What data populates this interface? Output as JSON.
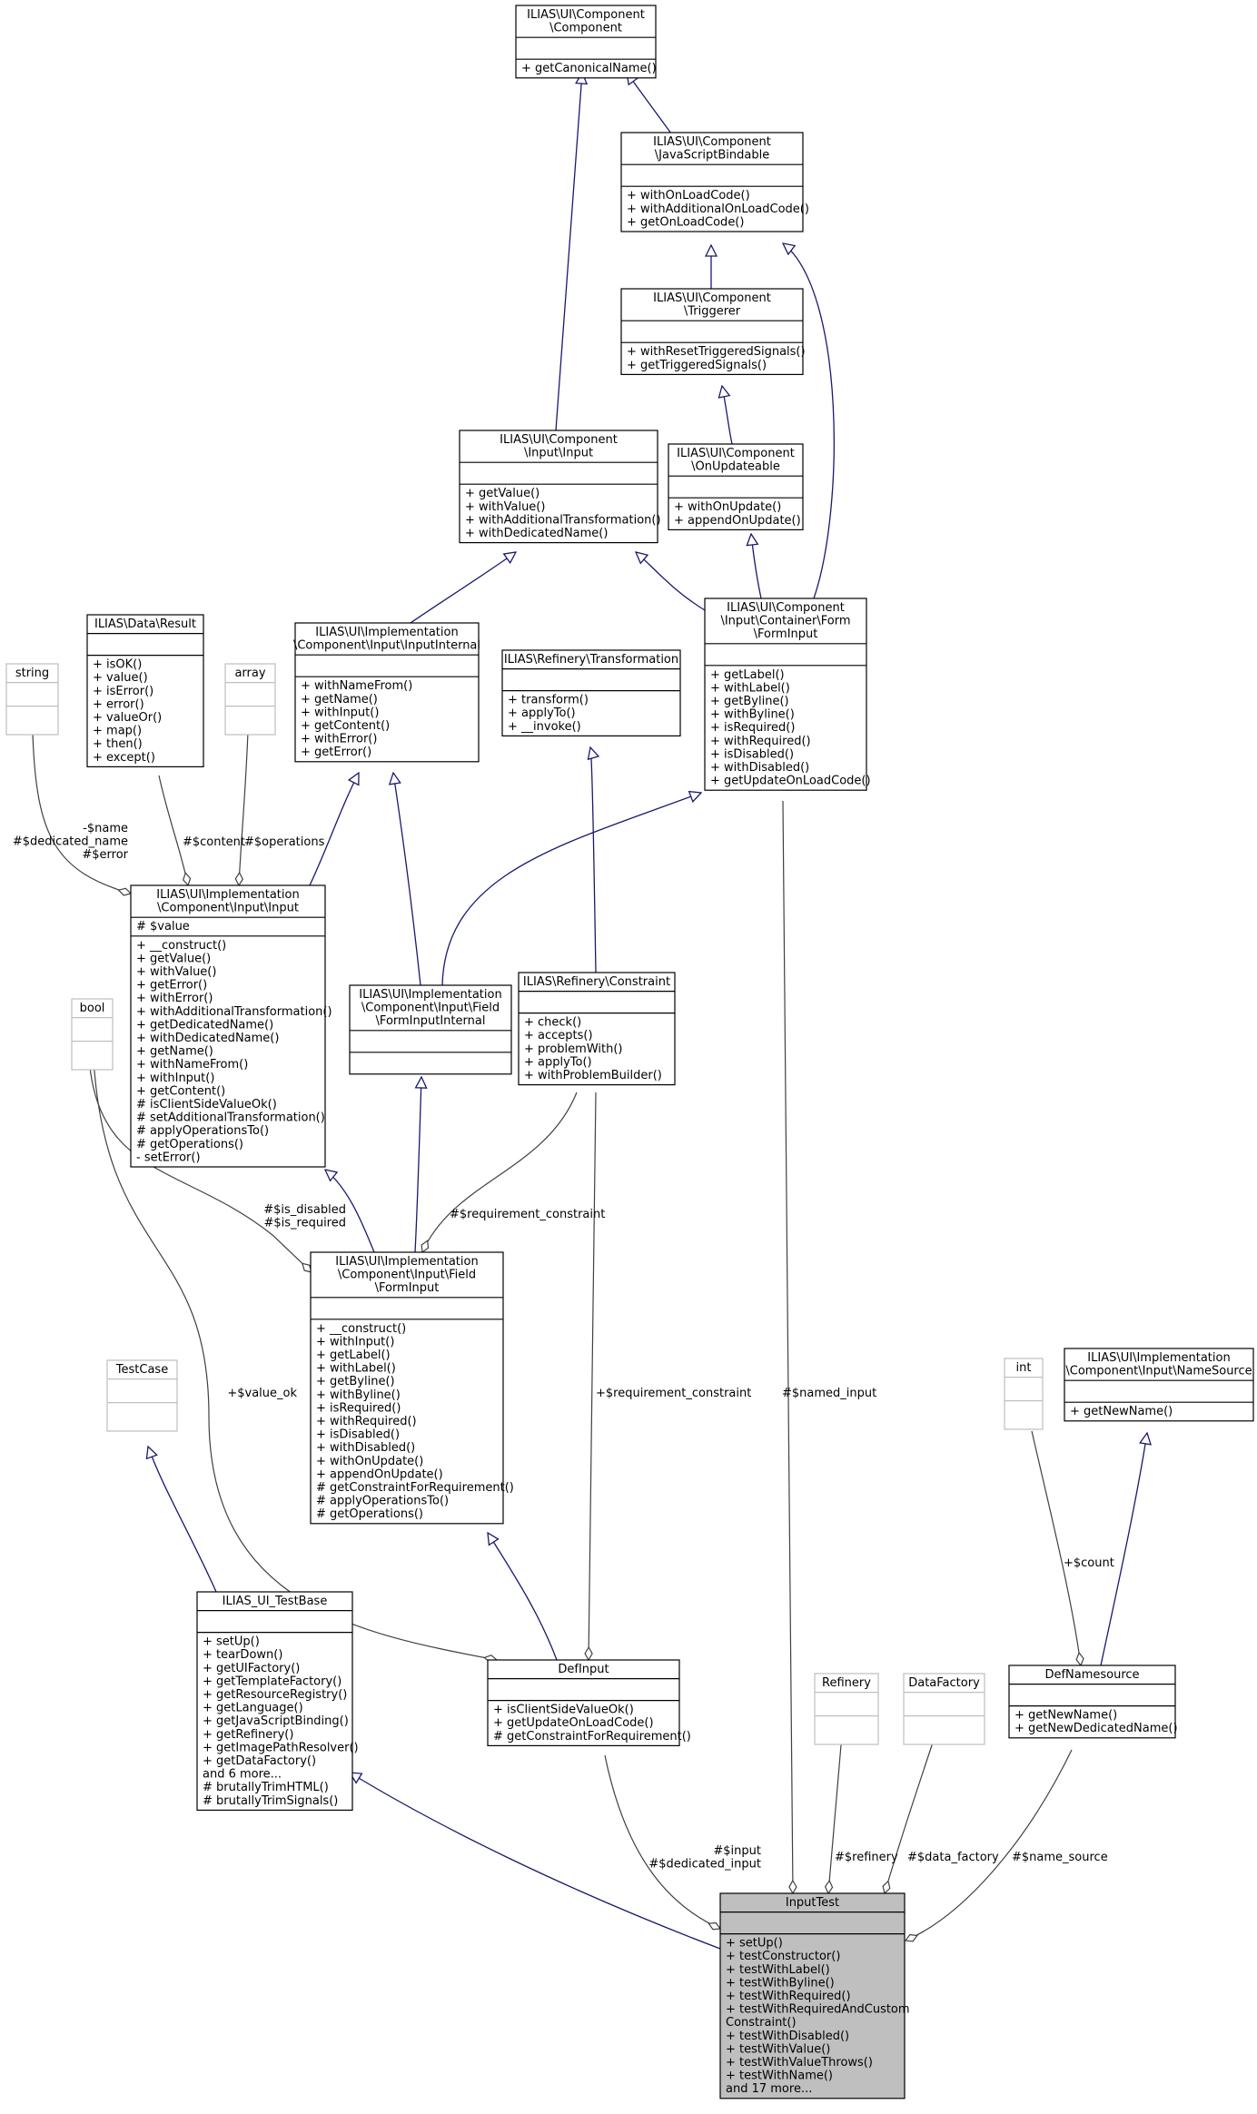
{
  "diagram": {
    "colors": {
      "inherit": "#191970",
      "usage": "#404040",
      "box": "#000000",
      "ghost": "#bfbfbf",
      "ghost_text": "#404040",
      "highlight": "#bfbfbf"
    },
    "classes": [
      {
        "id": "component",
        "title": [
          "ILIAS\\UI\\Component",
          "\\Component"
        ],
        "attrs": [],
        "methods": [
          "+ getCanonicalName()"
        ]
      },
      {
        "id": "jsbindable",
        "title": [
          "ILIAS\\UI\\Component",
          "\\JavaScriptBindable"
        ],
        "attrs": [],
        "methods": [
          "+ withOnLoadCode()",
          "+ withAdditionalOnLoadCode()",
          "+ getOnLoadCode()"
        ]
      },
      {
        "id": "triggerer",
        "title": [
          "ILIAS\\UI\\Component",
          "\\Triggerer"
        ],
        "attrs": [],
        "methods": [
          "+ withResetTriggeredSignals()",
          "+ getTriggeredSignals()"
        ]
      },
      {
        "id": "input_if",
        "title": [
          "ILIAS\\UI\\Component",
          "\\Input\\Input"
        ],
        "attrs": [],
        "methods": [
          "+ getValue()",
          "+ withValue()",
          "+ withAdditionalTransformation()",
          "+ withDedicatedName()"
        ]
      },
      {
        "id": "onupdateable",
        "title": [
          "ILIAS\\UI\\Component",
          "\\OnUpdateable"
        ],
        "attrs": [],
        "methods": [
          "+ withOnUpdate()",
          "+ appendOnUpdate()"
        ]
      },
      {
        "id": "forminput_if",
        "title": [
          "ILIAS\\UI\\Component",
          "\\Input\\Container\\Form",
          "\\FormInput"
        ],
        "attrs": [],
        "methods": [
          "+ getLabel()",
          "+ withLabel()",
          "+ getByline()",
          "+ withByline()",
          "+ isRequired()",
          "+ withRequired()",
          "+ isDisabled()",
          "+ withDisabled()",
          "+ getUpdateOnLoadCode()"
        ]
      },
      {
        "id": "inputinternal",
        "title": [
          "ILIAS\\UI\\Implementation",
          "\\Component\\Input\\InputInternal"
        ],
        "attrs": [],
        "methods": [
          "+ withNameFrom()",
          "+ getName()",
          "+ withInput()",
          "+ getContent()",
          "+ withError()",
          "+ getError()"
        ]
      },
      {
        "id": "transformation",
        "title": [
          "ILIAS\\Refinery\\Transformation"
        ],
        "attrs": [],
        "methods": [
          "+ transform()",
          "+ applyTo()",
          "+ __invoke()"
        ]
      },
      {
        "id": "string",
        "title": [
          "string"
        ],
        "attrs": [],
        "methods": [],
        "ghost": true
      },
      {
        "id": "result",
        "title": [
          "ILIAS\\Data\\Result"
        ],
        "attrs": [],
        "methods": [
          "+ isOK()",
          "+ value()",
          "+ isError()",
          "+ error()",
          "+ valueOr()",
          "+ map()",
          "+ then()",
          "+ except()"
        ]
      },
      {
        "id": "array",
        "title": [
          "array"
        ],
        "attrs": [],
        "methods": [],
        "ghost": true
      },
      {
        "id": "impl_input",
        "title": [
          "ILIAS\\UI\\Implementation",
          "\\Component\\Input\\Input"
        ],
        "attrs": [
          "# $value"
        ],
        "methods": [
          "+ __construct()",
          "+ getValue()",
          "+ withValue()",
          "+ getError()",
          "+ withError()",
          "+ withAdditionalTransformation()",
          "+ getDedicatedName()",
          "+ withDedicatedName()",
          "+ getName()",
          "+ withNameFrom()",
          "+ withInput()",
          "+ getContent()",
          "# isClientSideValueOk()",
          "# setAdditionalTransformation()",
          "# applyOperationsTo()",
          "# getOperations()",
          "- setError()"
        ]
      },
      {
        "id": "forminputinternal",
        "title": [
          "ILIAS\\UI\\Implementation",
          "\\Component\\Input\\Field",
          "\\FormInputInternal"
        ],
        "attrs": [],
        "methods": []
      },
      {
        "id": "constraint",
        "title": [
          "ILIAS\\Refinery\\Constraint"
        ],
        "attrs": [],
        "methods": [
          "+ check()",
          "+ accepts()",
          "+ problemWith()",
          "+ applyTo()",
          "+ withProblemBuilder()"
        ]
      },
      {
        "id": "bool",
        "title": [
          "bool"
        ],
        "attrs": [],
        "methods": [],
        "ghost": true
      },
      {
        "id": "impl_forminput",
        "title": [
          "ILIAS\\UI\\Implementation",
          "\\Component\\Input\\Field",
          "\\FormInput"
        ],
        "attrs": [],
        "methods": [
          "+ __construct()",
          "+ withInput()",
          "+ getLabel()",
          "+ withLabel()",
          "+ getByline()",
          "+ withByline()",
          "+ isRequired()",
          "+ withRequired()",
          "+ isDisabled()",
          "+ withDisabled()",
          "+ withOnUpdate()",
          "+ appendOnUpdate()",
          "# getConstraintForRequirement()",
          "# applyOperationsTo()",
          "# getOperations()"
        ]
      },
      {
        "id": "testcase",
        "title": [
          "TestCase"
        ],
        "attrs": [],
        "methods": [],
        "ghost": true
      },
      {
        "id": "int",
        "title": [
          "int"
        ],
        "attrs": [],
        "methods": [],
        "ghost": true
      },
      {
        "id": "namesource",
        "title": [
          "ILIAS\\UI\\Implementation",
          "\\Component\\Input\\NameSource"
        ],
        "attrs": [],
        "methods": [
          "+ getNewName()"
        ]
      },
      {
        "id": "testbase",
        "title": [
          "ILIAS_UI_TestBase"
        ],
        "attrs": [],
        "methods": [
          "+ setUp()",
          "+ tearDown()",
          "+ getUIFactory()",
          "+ getTemplateFactory()",
          "+ getResourceRegistry()",
          "+ getLanguage()",
          "+ getJavaScriptBinding()",
          "+ getRefinery()",
          "+ getImagePathResolver()",
          "+ getDataFactory()",
          "and 6 more...",
          "# brutallyTrimHTML()",
          "# brutallyTrimSignals()"
        ]
      },
      {
        "id": "definput",
        "title": [
          "DefInput"
        ],
        "attrs": [],
        "methods": [
          "+ isClientSideValueOk()",
          "+ getUpdateOnLoadCode()",
          "# getConstraintForRequirement()"
        ]
      },
      {
        "id": "refinery",
        "title": [
          "Refinery"
        ],
        "attrs": [],
        "methods": [],
        "ghost": true
      },
      {
        "id": "datafactory",
        "title": [
          "DataFactory"
        ],
        "attrs": [],
        "methods": [],
        "ghost": true
      },
      {
        "id": "defnamesource",
        "title": [
          "DefNamesource"
        ],
        "attrs": [],
        "methods": [
          "+ getNewName()",
          "+ getNewDedicatedName()"
        ]
      },
      {
        "id": "inputtest",
        "title": [
          "InputTest"
        ],
        "attrs": [],
        "methods": [
          "+ setUp()",
          "+ testConstructor()",
          "+ testWithLabel()",
          "+ testWithByline()",
          "+ testWithRequired()",
          "+ testWithRequiredAndCustom",
          "Constraint()",
          "+ testWithDisabled()",
          "+ testWithValue()",
          "+ testWithValueThrows()",
          "+ testWithName()",
          "and 17 more..."
        ],
        "highlight": true
      }
    ],
    "edge_labels": [
      {
        "id": "lbl-name",
        "lines": [
          "-$name",
          "#$dedicated_name",
          "#$error"
        ]
      },
      {
        "id": "lbl-content",
        "lines": [
          "#$content"
        ]
      },
      {
        "id": "lbl-operations",
        "lines": [
          "#$operations"
        ]
      },
      {
        "id": "lbl-disabled",
        "lines": [
          "#$is_disabled",
          "#$is_required"
        ]
      },
      {
        "id": "lbl-reqconstraint1",
        "lines": [
          "#$requirement_constraint"
        ]
      },
      {
        "id": "lbl-valueok",
        "lines": [
          "+$value_ok"
        ]
      },
      {
        "id": "lbl-reqconstraint2",
        "lines": [
          "+$requirement_constraint"
        ]
      },
      {
        "id": "lbl-namedinput",
        "lines": [
          "#$named_input"
        ]
      },
      {
        "id": "lbl-count",
        "lines": [
          "+$count"
        ]
      },
      {
        "id": "lbl-input",
        "lines": [
          "#$input",
          "#$dedicated_input"
        ]
      },
      {
        "id": "lbl-refinery",
        "lines": [
          "#$refinery"
        ]
      },
      {
        "id": "lbl-datafactory",
        "lines": [
          "#$data_factory"
        ]
      },
      {
        "id": "lbl-namesource",
        "lines": [
          "#$name_source"
        ]
      }
    ]
  }
}
